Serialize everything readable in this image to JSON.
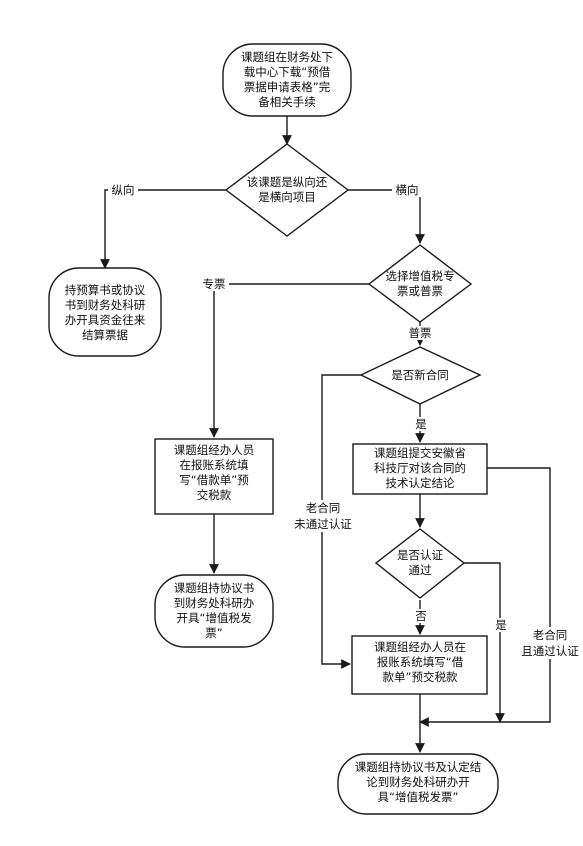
{
  "nodes": {
    "start": {
      "lines": [
        "课题组在财务处下",
        "载中心下载“预借",
        "票据申请表格”完",
        "备相关手续"
      ]
    },
    "decision_project_type": {
      "lines": [
        "该课题是纵向还",
        "是横向项目"
      ]
    },
    "vertical_result": {
      "lines": [
        "持预算书或协议",
        "书到财务处科研",
        "办开具资金往来",
        "结算票据"
      ]
    },
    "decision_invoice_type": {
      "lines": [
        "选择增值税专",
        "票或普票"
      ]
    },
    "special_borrow": {
      "lines": [
        "课题组经办人员",
        "在报账系统填",
        "写“借款单”预",
        "交税款"
      ]
    },
    "special_end": {
      "lines": [
        "课题组持协议书",
        "到财务处科研办",
        "开具“增值税发",
        "票”"
      ]
    },
    "decision_new_contract": {
      "lines": [
        "是否新合同"
      ]
    },
    "contract_certify": {
      "lines": [
        "课题组提交安徽省",
        "科技厅对该合同的",
        "技术认定结论"
      ]
    },
    "decision_certified": {
      "lines": [
        "是否认证",
        "通过"
      ]
    },
    "normal_borrow": {
      "lines": [
        "课题组经办人员在",
        "报账系统填写“借",
        "款单”预交税款"
      ]
    },
    "final_end": {
      "lines": [
        "课题组持协议书及认定结",
        "论到财务处科研办开",
        "具“增值税发票”"
      ]
    }
  },
  "edge_labels": {
    "vertical": [
      "纵向"
    ],
    "horizontal": [
      "横向"
    ],
    "special": [
      "专票"
    ],
    "normal": [
      "普票"
    ],
    "yes_new": [
      "是"
    ],
    "old_not_certified": [
      "老合同",
      "未通过认证"
    ],
    "no_certified": [
      "否"
    ],
    "yes_certified": [
      "是"
    ],
    "old_certified": [
      "老合同",
      "且通过认证"
    ]
  }
}
